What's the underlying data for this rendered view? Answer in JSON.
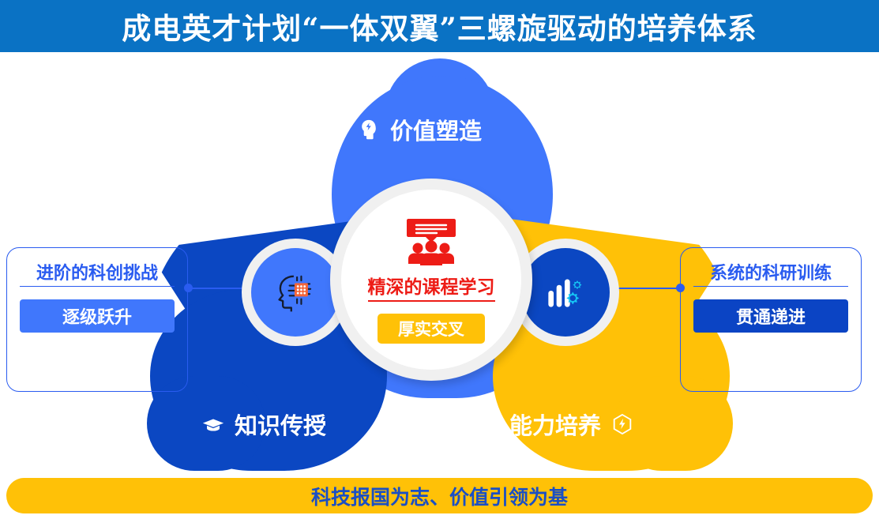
{
  "header": {
    "title": "成电英才计划“一体双翼”三螺旋驱动的培养体系",
    "background_color": "#0a72c4",
    "text_color": "#ffffff"
  },
  "diagram": {
    "type": "three-lobe-triangle-venn",
    "petals": [
      {
        "id": "value-shaping",
        "position": "top",
        "label": "价值塑造",
        "icon": "head-lightning-icon",
        "color": "#4077fc",
        "text_color": "#ffffff"
      },
      {
        "id": "knowledge-transfer",
        "position": "bottom-left",
        "label": "知识传授",
        "icon": "graduation-cap-icon",
        "color": "#0b47c2",
        "text_color": "#ffffff"
      },
      {
        "id": "ability-cultivation",
        "position": "bottom-right",
        "label": "能力培养",
        "icon": "hexagon-bolt-icon",
        "color": "#ffc107",
        "text_color": "#ffffff"
      }
    ],
    "center": {
      "icon": "presentation-audience-icon",
      "icon_color": "#ed1c16",
      "title": "精深的课程学习",
      "title_color": "#ed1c16",
      "badge": "厚实交叉",
      "badge_color": "#ffc107",
      "badge_text_color": "#ffffff"
    },
    "side_circles": [
      {
        "id": "ai-brain",
        "position": "left",
        "icon": "ai-head-chip-icon",
        "color": "#4077fc"
      },
      {
        "id": "research-analytics",
        "position": "right",
        "icon": "bar-chart-gears-icon",
        "color": "#0b47c2"
      }
    ]
  },
  "panels": [
    {
      "id": "innovation-challenge",
      "position": "left",
      "title": "进阶的科创挑战",
      "badge": "逐级跃升",
      "badge_color": "#4077fc",
      "border_color": "#2a5cf0",
      "title_color": "#2a5cf0"
    },
    {
      "id": "research-training",
      "position": "right",
      "title": "系统的科研训练",
      "badge": "贯通递进",
      "badge_color": "#0b44c4",
      "border_color": "#2a5cf0",
      "title_color": "#2a5cf0"
    }
  ],
  "footer": {
    "text": "科技报国为志、价值引领为基",
    "background_color": "#ffc107",
    "text_color": "#1a4fc4"
  }
}
